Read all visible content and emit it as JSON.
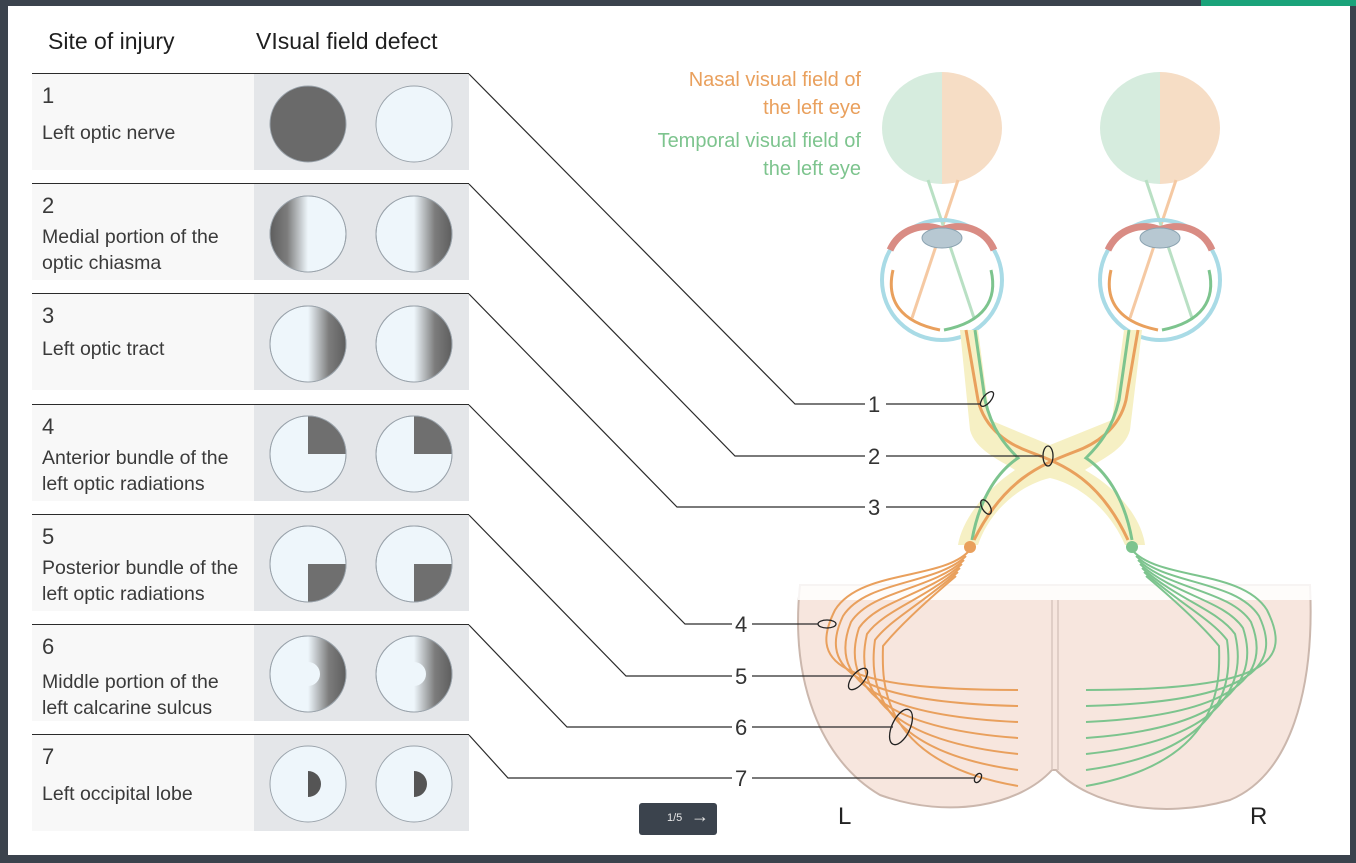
{
  "headers": {
    "site": "Site of injury",
    "defect": "VIsual field defect"
  },
  "injuries": [
    {
      "num": "1",
      "site": "Left optic nerve",
      "defect": "left eye complete loss"
    },
    {
      "num": "2",
      "site": "Medial portion of the\noptic chiasma",
      "defect": "bitemporal hemianopia"
    },
    {
      "num": "3",
      "site": "Left optic tract",
      "defect": "right homonymous hemianopia"
    },
    {
      "num": "4",
      "site": "Anterior bundle of the\nleft optic radiations",
      "defect": "right upper quadrantanopia"
    },
    {
      "num": "5",
      "site": "Posterior bundle of the\nleft optic radiations",
      "defect": "right lower quadrantanopia"
    },
    {
      "num": "6",
      "site": "Middle portion of the\nleft calcarine sulcus",
      "defect": "right hemianopia with macular sparing"
    },
    {
      "num": "7",
      "site": "Left occipital lobe",
      "defect": "right homonymous central scotoma"
    }
  ],
  "diagram": {
    "nasal_label": "Nasal visual field of\nthe left eye",
    "temporal_label": "Temporal visual field of\nthe left eye",
    "left_label": "L",
    "right_label": "R",
    "lesion_numbers": [
      "1",
      "2",
      "3",
      "4",
      "5",
      "6",
      "7"
    ]
  },
  "pager": {
    "page": "1/5",
    "arrow": "→"
  },
  "colors": {
    "nasal": "#e9a05d",
    "temporal": "#7dc48e",
    "defect_dark": "#6f6f6f",
    "field_light": "#eef6fb",
    "tract_bg": "#f6f0c4",
    "brain": "#f6e4dc"
  }
}
